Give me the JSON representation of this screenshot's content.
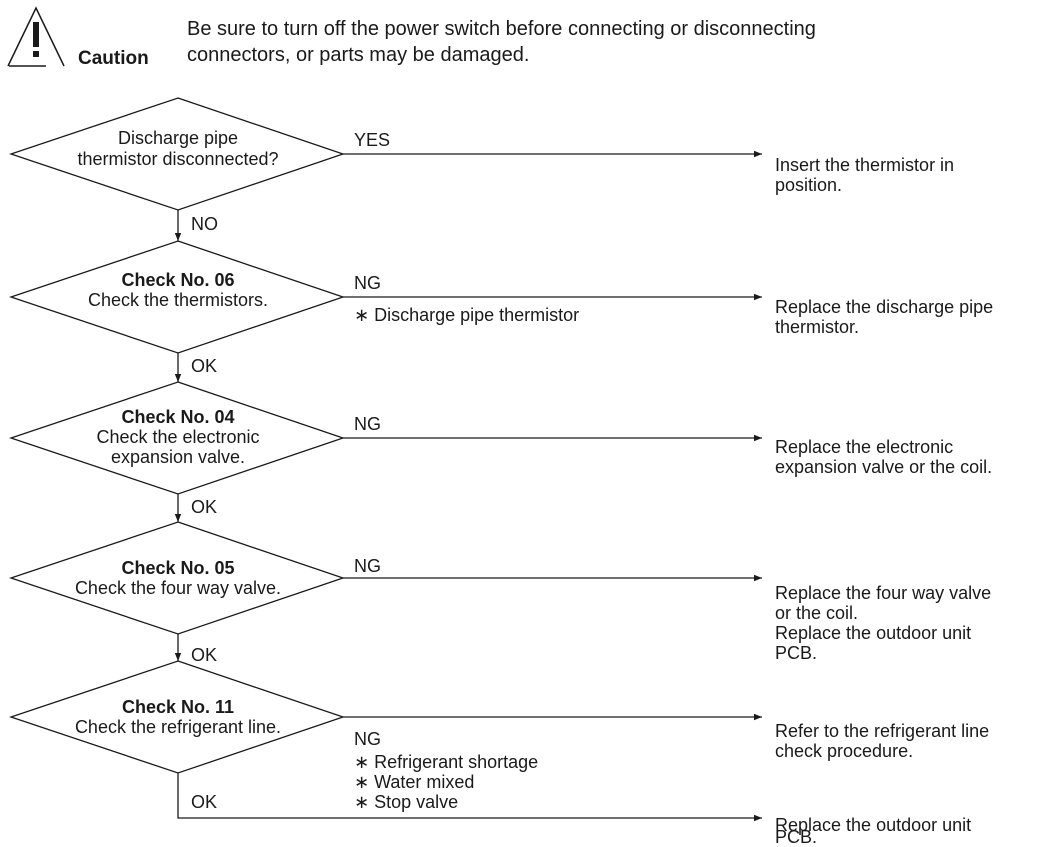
{
  "caution": {
    "label": "Caution",
    "text_line1": "Be sure to turn off the power switch before connecting or disconnecting",
    "text_line2": "connectors, or parts may be damaged."
  },
  "steps": [
    {
      "title": "",
      "text_line1": "Discharge pipe",
      "text_line2": "thermistor disconnected?",
      "branch_label": "YES",
      "notes": [],
      "result_lines": [
        "Insert the thermistor in",
        "position."
      ],
      "next_label": "NO"
    },
    {
      "title": "Check No. 06",
      "text_line1": "Check the thermistors.",
      "text_line2": "",
      "branch_label": "NG",
      "notes": [
        "∗ Discharge pipe thermistor"
      ],
      "result_lines": [
        "Replace the discharge pipe",
        "thermistor."
      ],
      "next_label": "OK"
    },
    {
      "title": "Check No. 04",
      "text_line1": "Check the electronic",
      "text_line2": "expansion valve.",
      "branch_label": "NG",
      "notes": [],
      "result_lines": [
        "Replace the electronic",
        "expansion valve or the coil."
      ],
      "next_label": "OK"
    },
    {
      "title": "Check No. 05",
      "text_line1": "Check the four way valve.",
      "text_line2": "",
      "branch_label": "NG",
      "notes": [],
      "result_lines": [
        "Replace the four way valve",
        "or the coil.",
        "Replace the outdoor unit",
        "PCB."
      ],
      "next_label": "OK"
    },
    {
      "title": "Check No. 11",
      "text_line1": "Check the refrigerant line.",
      "text_line2": "",
      "branch_label": "NG",
      "notes": [
        "∗ Refrigerant shortage",
        "∗ Water mixed",
        "∗ Stop valve"
      ],
      "result_lines": [
        "Refer to the refrigerant line",
        "check procedure."
      ],
      "next_label": "OK"
    }
  ],
  "final_result_lines": [
    "Replace the outdoor unit",
    "PCB."
  ]
}
